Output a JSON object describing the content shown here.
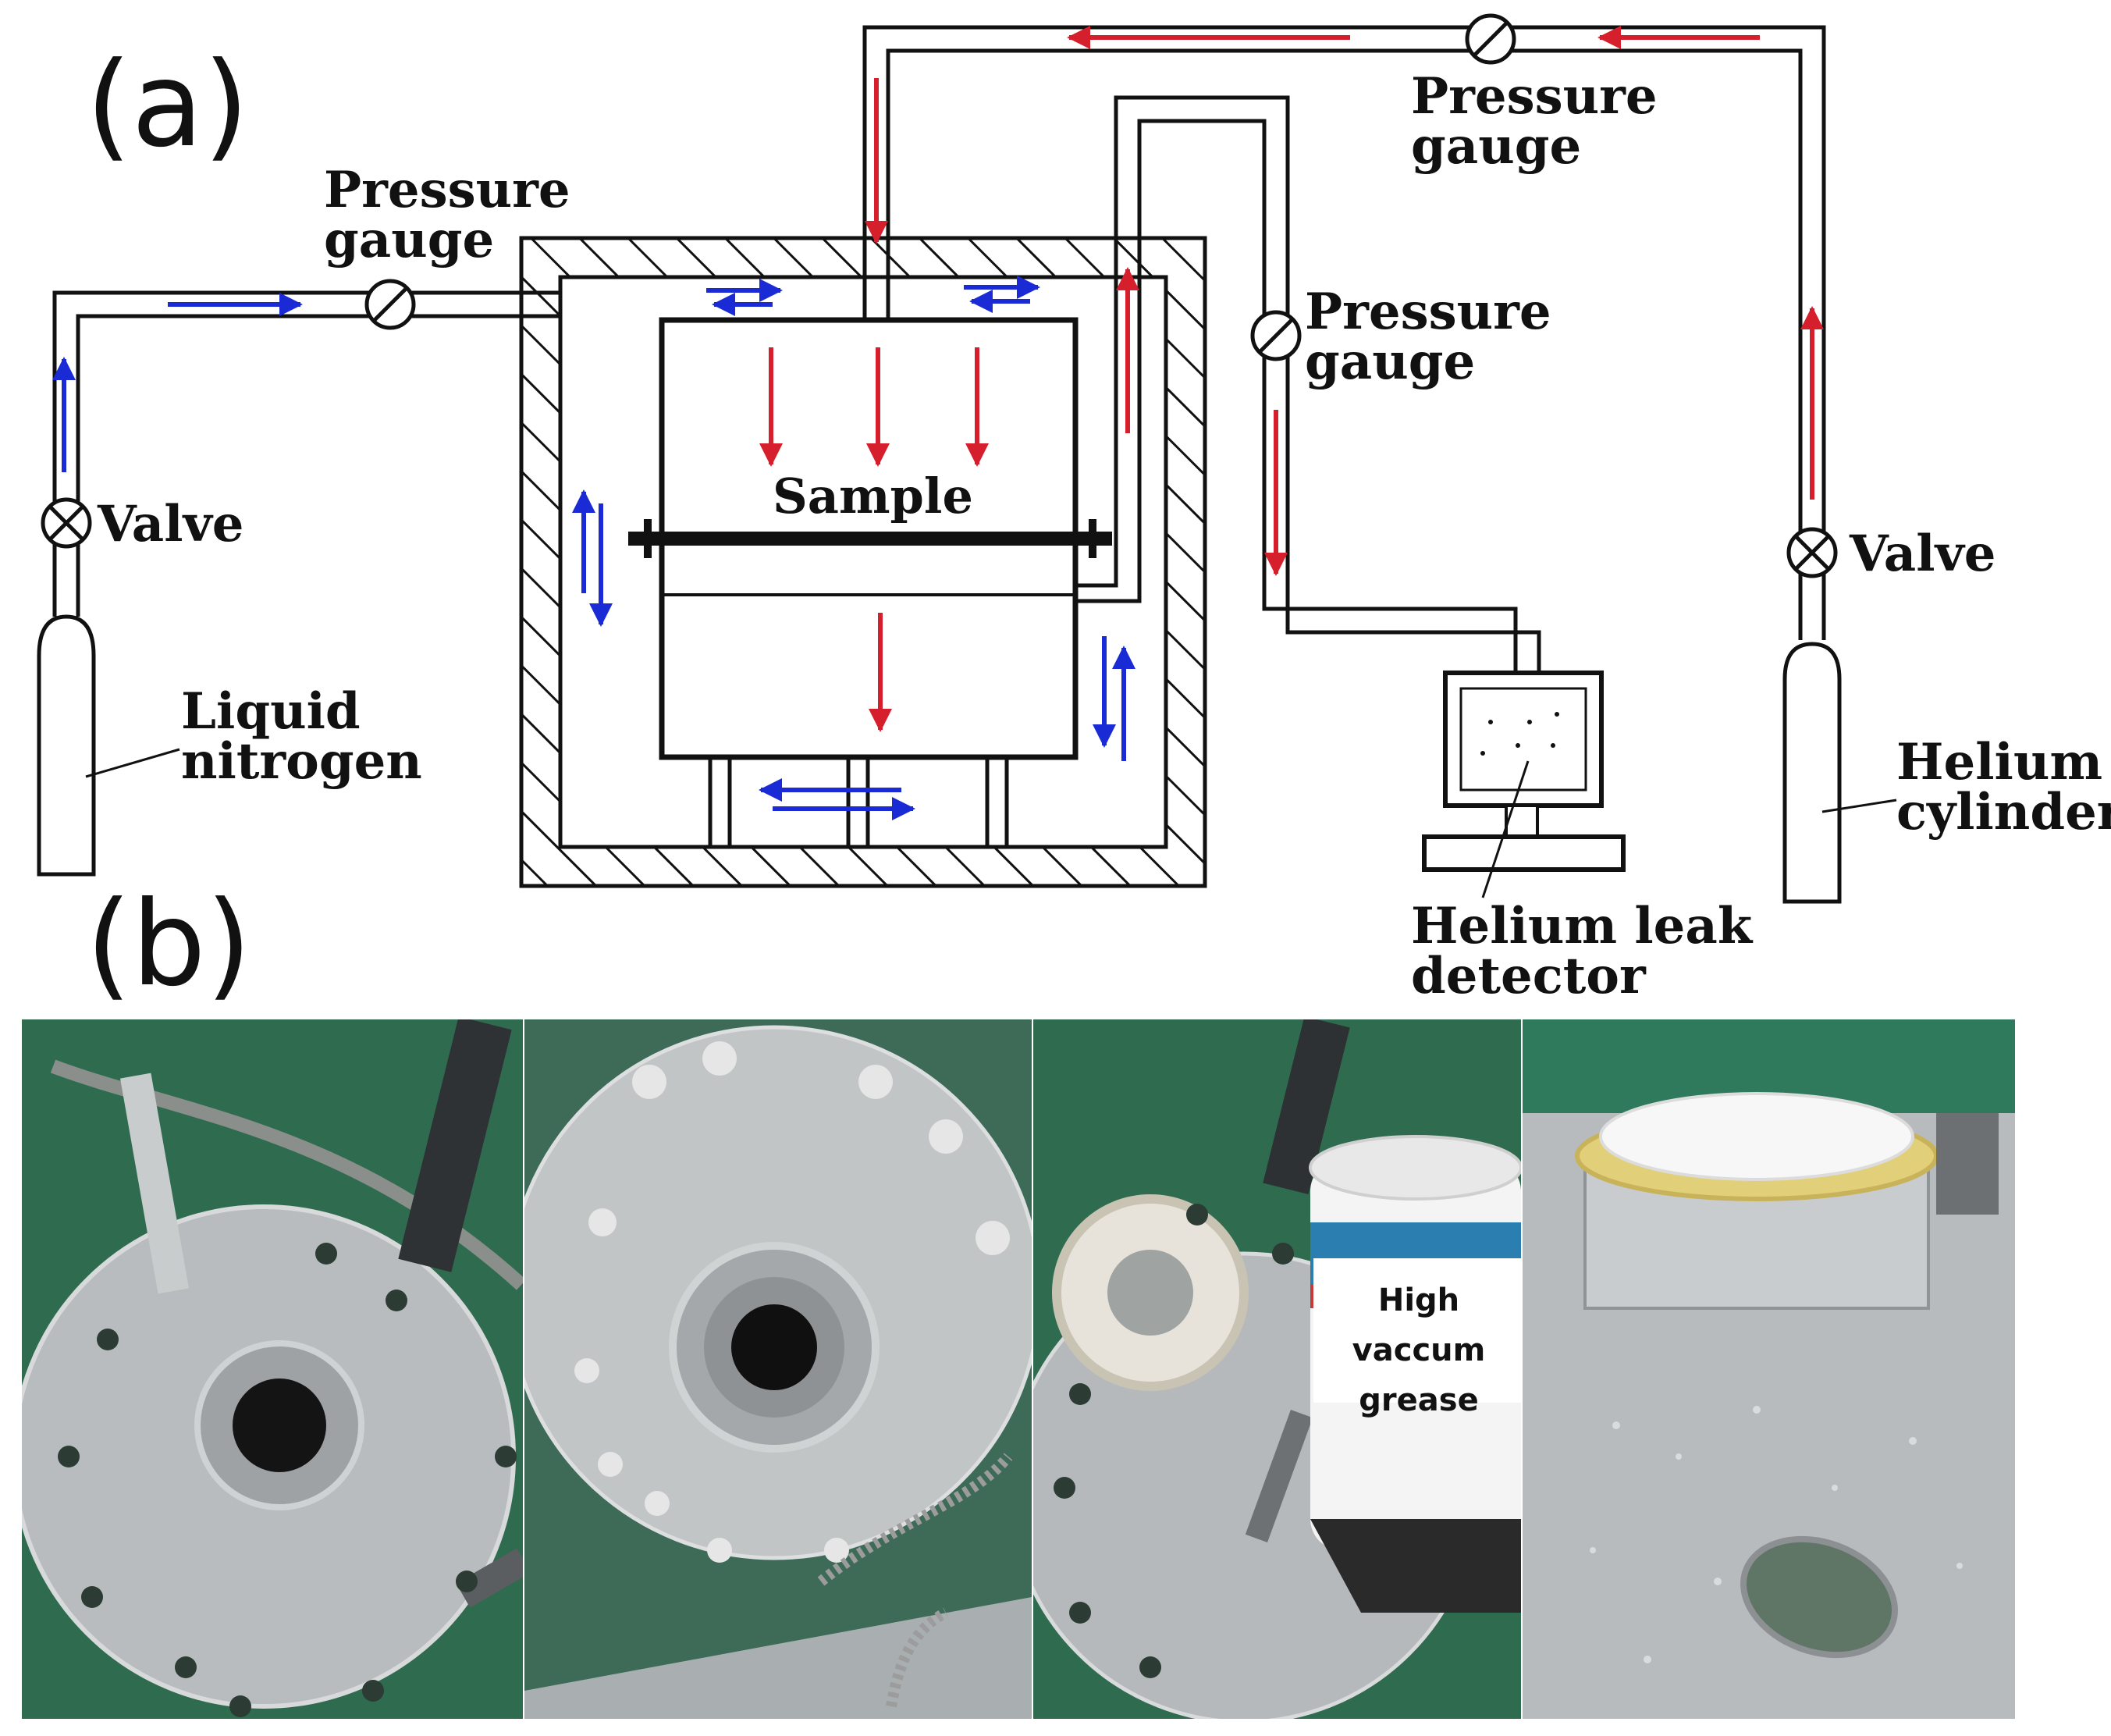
{
  "panels": {
    "a_label": "(a)",
    "b_label": "(b)"
  },
  "labels": {
    "pressure_gauge_left": [
      "Pressure",
      "gauge"
    ],
    "pressure_gauge_top": [
      "Pressure",
      "gauge"
    ],
    "pressure_gauge_mid": [
      "Pressure",
      "gauge"
    ],
    "valve_left": "Valve",
    "valve_right": "Valve",
    "liquid_nitrogen": [
      "Liquid",
      "nitrogen"
    ],
    "helium_cylinder": [
      "Helium",
      "cylinder"
    ],
    "sample": "Sample",
    "helium_leak_detector": [
      "Helium leak",
      "detector"
    ],
    "high_vacuum_grease": [
      "High vaccum",
      "grease"
    ]
  },
  "colors": {
    "helium_flow": "#d61f2c",
    "nitrogen_flow": "#1a2bd6",
    "line": "#111111"
  }
}
